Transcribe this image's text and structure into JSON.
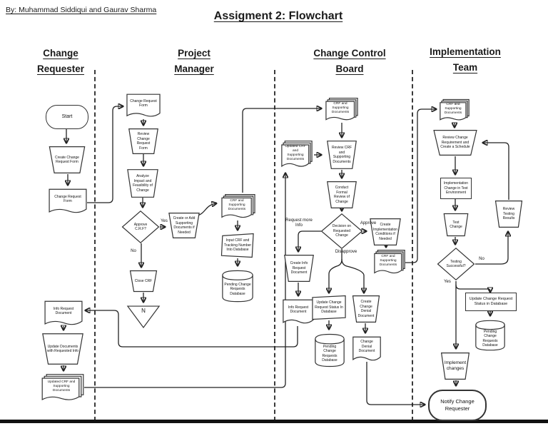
{
  "header": {
    "byline": "By: Muhammad Siddiqui and Gaurav Sharma",
    "title": "Assigment 2: Flowchart"
  },
  "lanes": [
    {
      "line1": "Change",
      "line2": "Requester"
    },
    {
      "line1": "Project",
      "line2": "Manager"
    },
    {
      "line1": "Change Control",
      "line2": "Board"
    },
    {
      "line1": "Implementation",
      "line2": "Team"
    }
  ],
  "nodes": {
    "start": "Start",
    "cr_create_crf": "Create Change Request Form",
    "cr_crf_doc": "Change Request Form",
    "cr_info_doc": "Info Request Document",
    "cr_update_docs": "Update Documents with Requested Info",
    "cr_updated_multi": "Updated CRF and Supporting Documents",
    "pm_crf_doc": "Change Request Form",
    "pm_review": "Review Change Request Form",
    "pm_analyze": "Analyze Impact and Feasibility of Change",
    "pm_approve": "Approve C.R.F?",
    "pm_create_docs": "Create or Add Supporting Documents if Needed",
    "pm_close": "Close CRF",
    "pm_n": "N",
    "pm_crf_multi": "CRF and Supporting Documents",
    "pm_input_db": "Input CRF and Tracking Number Into Database",
    "pm_pending_db": "Pending Change Requests Database",
    "ccb_crf_multi": "CRF and Supporting Documents",
    "ccb_updated_multi": "Updated CRF and Supporting Documents",
    "ccb_review": "Review CRF and Supporting Documents",
    "ccb_formal": "Conduct Formal Review of Change",
    "ccb_decision": "Decision on Requested Change",
    "ccb_create_impl": "Create Implementation Conditions if Needed",
    "ccb_crf_multi2": "CRF and Supporting Documents",
    "ccb_create_info": "Create Info Request Document",
    "ccb_info_doc": "Info Request Document",
    "ccb_update_status": "Update Change Request Status In Database",
    "ccb_pending_db": "Pending Change Requests Database",
    "ccb_create_denial": "Create Change Denial Document",
    "ccb_denial_doc": "Change Denial Document",
    "it_crf_multi": "CRF and Supporting Documents",
    "it_review_req": "Review Change Requirement and Create a Schedule",
    "it_impl_test": "Implementation Change in Test Environment",
    "it_test_change": "Test Change",
    "it_testing": "Testing Successful?",
    "it_review_results": "Review Testing Results",
    "it_update_status": "Update Change Request Status in Database",
    "it_pending_db": "Pending Change Requests Database",
    "it_implement": "Implement changes",
    "it_notify": "Notify Change Requester"
  },
  "edge_labels": {
    "pm_yes": "Yes",
    "pm_no": "No",
    "ccb_request_more": "Request more Info",
    "ccb_approve": "Approve",
    "ccb_disapprove": "Disapprove",
    "it_no": "No",
    "it_yes": "Yes"
  },
  "colors": {
    "ink": "#222222",
    "background": "#ffffff"
  }
}
